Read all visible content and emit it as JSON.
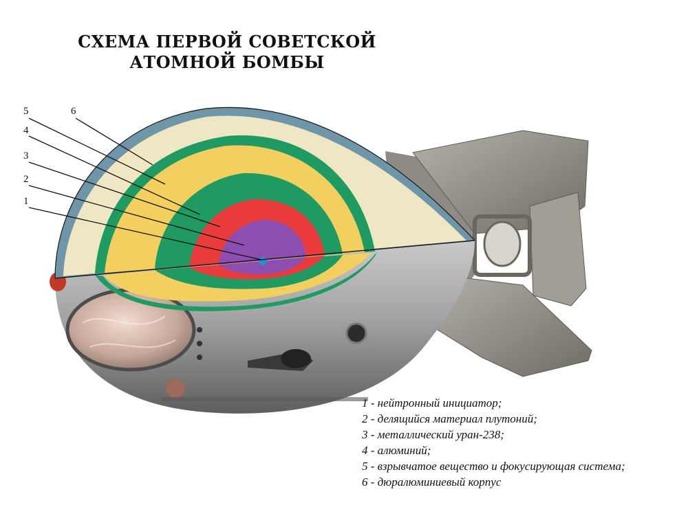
{
  "title": {
    "line1": "СХЕМА ПЕРВОЙ СОВЕТСКОЙ",
    "line2": "АТОМНОЙ БОМБЫ"
  },
  "callouts": [
    "5",
    "6",
    "4",
    "3",
    "2",
    "1"
  ],
  "legend": [
    "1 - нейтронный инициатор;",
    "2 - делящийся материал плутоний;",
    "3 - металлический уран-238;",
    "4 - алюминий;",
    "5 - взрывчатое вещество и фокусирующая система;",
    "6 - дюралюминиевый корпус"
  ],
  "colors": {
    "casing": "#6f95a8",
    "explosive_outer": "#efe6c3",
    "aluminum_green": "#1f9a62",
    "explosive_yellow": "#f2cf5e",
    "uranium_red": "#ea3c3c",
    "plutonium_purple": "#8c4fb0",
    "initiator_blue": "#2a8fd0",
    "metal_body": "#9a9a9a",
    "fins": "#8d8a82"
  }
}
